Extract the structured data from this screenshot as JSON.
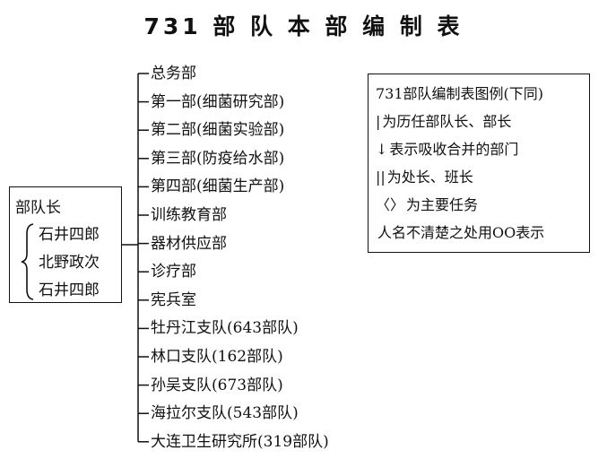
{
  "title": "731 部 队 本 部 编 制 表",
  "commander": {
    "label": "部队长",
    "names": [
      "石井四郎",
      "北野政次",
      "石井四郎"
    ]
  },
  "departments": [
    "总务部",
    "第一部(细菌研究部)",
    "第二部(细菌实验部)",
    "第三部(防疫给水部)",
    "第四部(细菌生产部)",
    "训练教育部",
    "器材供应部",
    "诊疗部",
    "宪兵室",
    "牡丹江支队(643部队)",
    "林口支队(162部队)",
    "孙吴支队(673部队)",
    "海拉尔支队(543部队)",
    "大连卫生研究所(319部队)"
  ],
  "legend": {
    "title": "731部队编制表图例(下同)",
    "rows": [
      {
        "symbol": "|",
        "text": "为历任部队长、部长"
      },
      {
        "symbol": "↓",
        "text": "表示吸收合并的部门"
      },
      {
        "symbol": "||",
        "text": "为处长、班长"
      },
      {
        "symbol": "〈〉",
        "text": "为主要任务"
      },
      {
        "symbol": "",
        "text": "人名不清楚之处用OO表示"
      }
    ]
  }
}
